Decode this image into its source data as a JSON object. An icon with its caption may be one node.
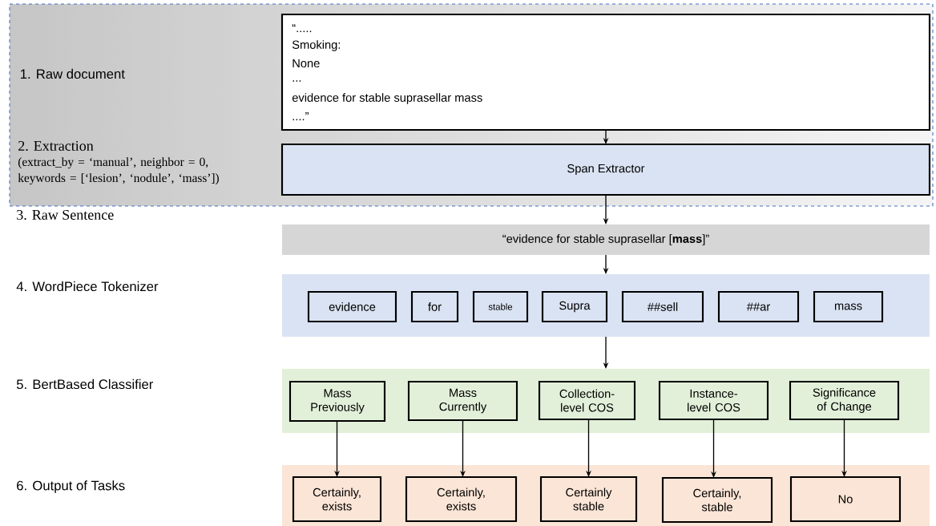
{
  "diagram": {
    "nodes": [
      {
        "text": [
          "1. Raw document",
          "2. Extraction",
          "(extract_by = ‘manual’, neighbor = 0, keywords = [‘lesion’, ‘nodule’, ‘mass’])"
        ]
      },
      {
        "text": [
          "“.....",
          "Smoking:",
          "None",
          "...",
          "evidence for stable suprasellar mass",
          "....”"
        ],
        "in": 0
      },
      {
        "text": [
          "Span Extractor"
        ],
        "in": 0
      },
      {
        "text": [
          "“evidence for stable suprasellar [**mass**]”"
        ]
      },
      {
        "text": [],
        "shape": "band"
      },
      {
        "text": [
          "evidence"
        ],
        "in": 4
      },
      {
        "text": [
          "for"
        ],
        "in": 4
      },
      {
        "text": [
          "stable"
        ],
        "in": 4
      },
      {
        "text": [
          "Supra"
        ],
        "in": 4
      },
      {
        "text": [
          "##sell"
        ],
        "in": 4
      },
      {
        "text": [
          "##ar"
        ],
        "in": 4
      },
      {
        "text": [
          "mass"
        ],
        "in": 4
      },
      {
        "text": [],
        "shape": "band"
      },
      {
        "text": [
          "Mass Previously"
        ],
        "in": 12
      },
      {
        "text": [
          "Mass Currently"
        ],
        "in": 12
      },
      {
        "text": [
          "Collection-level COS"
        ],
        "in": 12
      },
      {
        "text": [
          "Instance-level COS"
        ],
        "in": 12
      },
      {
        "text": [
          "Significance of Change"
        ],
        "in": 12
      },
      {
        "text": [],
        "shape": "band"
      },
      {
        "text": [
          "Certainly, exists"
        ],
        "in": 18
      },
      {
        "text": [
          "Certainly, exists"
        ],
        "in": 18
      },
      {
        "text": [
          "Certainly stable"
        ],
        "in": 18
      },
      {
        "text": [
          "Certainly, stable"
        ],
        "in": 18
      },
      {
        "text": [
          "No"
        ],
        "in": 18
      }
    ],
    "edges": [
      {
        "from": 1,
        "to": 2,
        "arrow": "to"
      },
      {
        "from": 2,
        "to": 3,
        "arrow": "to"
      },
      {
        "from": 3,
        "to": 4,
        "arrow": "to"
      },
      {
        "from": 4,
        "to": 12,
        "arrow": "to"
      },
      {
        "from": 13,
        "to": 19,
        "arrow": "to"
      },
      {
        "from": 14,
        "to": 20,
        "arrow": "to"
      },
      {
        "from": 15,
        "to": 21,
        "arrow": "to"
      },
      {
        "from": 16,
        "to": 22,
        "arrow": "to"
      },
      {
        "from": 17,
        "to": 23,
        "arrow": "to"
      }
    ],
    "labels": [
      "3. Raw Sentence",
      "4. WordPiece Tokenizer",
      "5. BertBased Classifier",
      "6. Output of Tasks"
    ]
  }
}
